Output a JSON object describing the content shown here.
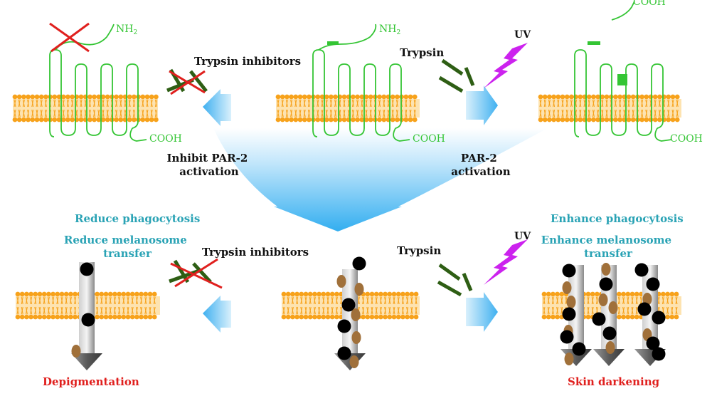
{
  "labels": {
    "nh2": "NH",
    "nh2_sub": "2",
    "cooh": "COOH",
    "trypsin_inhibitors": "Trypsin inhibitors",
    "trypsin": "Trypsin",
    "uv": "UV",
    "inhibit_line1": "Inhibit PAR-2",
    "inhibit_line2": "activation",
    "activation_line1": "PAR-2",
    "activation_line2": "activation",
    "reduce_phagocytosis": "Reduce phagocytosis",
    "reduce_transfer_line1": "Reduce melanosome",
    "reduce_transfer_line2": "transfer",
    "enhance_phagocytosis": "Enhance phagocytosis",
    "enhance_transfer_line1": "Enhance melanosome",
    "enhance_transfer_line2": "transfer",
    "depigmentation": "Depigmentation",
    "skin_darkening": "Skin darkening"
  },
  "colors": {
    "protein": "#34c534",
    "membrane": "#f7a21b",
    "arrow_blue": "#6cc0f0",
    "inhibitor": "#2e5e14",
    "cross": "#e0201e",
    "uv": "#cc22ee",
    "melanosome_black": "#000000",
    "melanosome_brown": "#a0703a"
  },
  "icons": [
    "lipid-bilayer-icon",
    "par2-receptor-icon",
    "trypsin-inhibitor-icon",
    "trypsin-icon",
    "uv-lightning-icon",
    "melanosome-icon",
    "transfer-arrow-icon"
  ]
}
